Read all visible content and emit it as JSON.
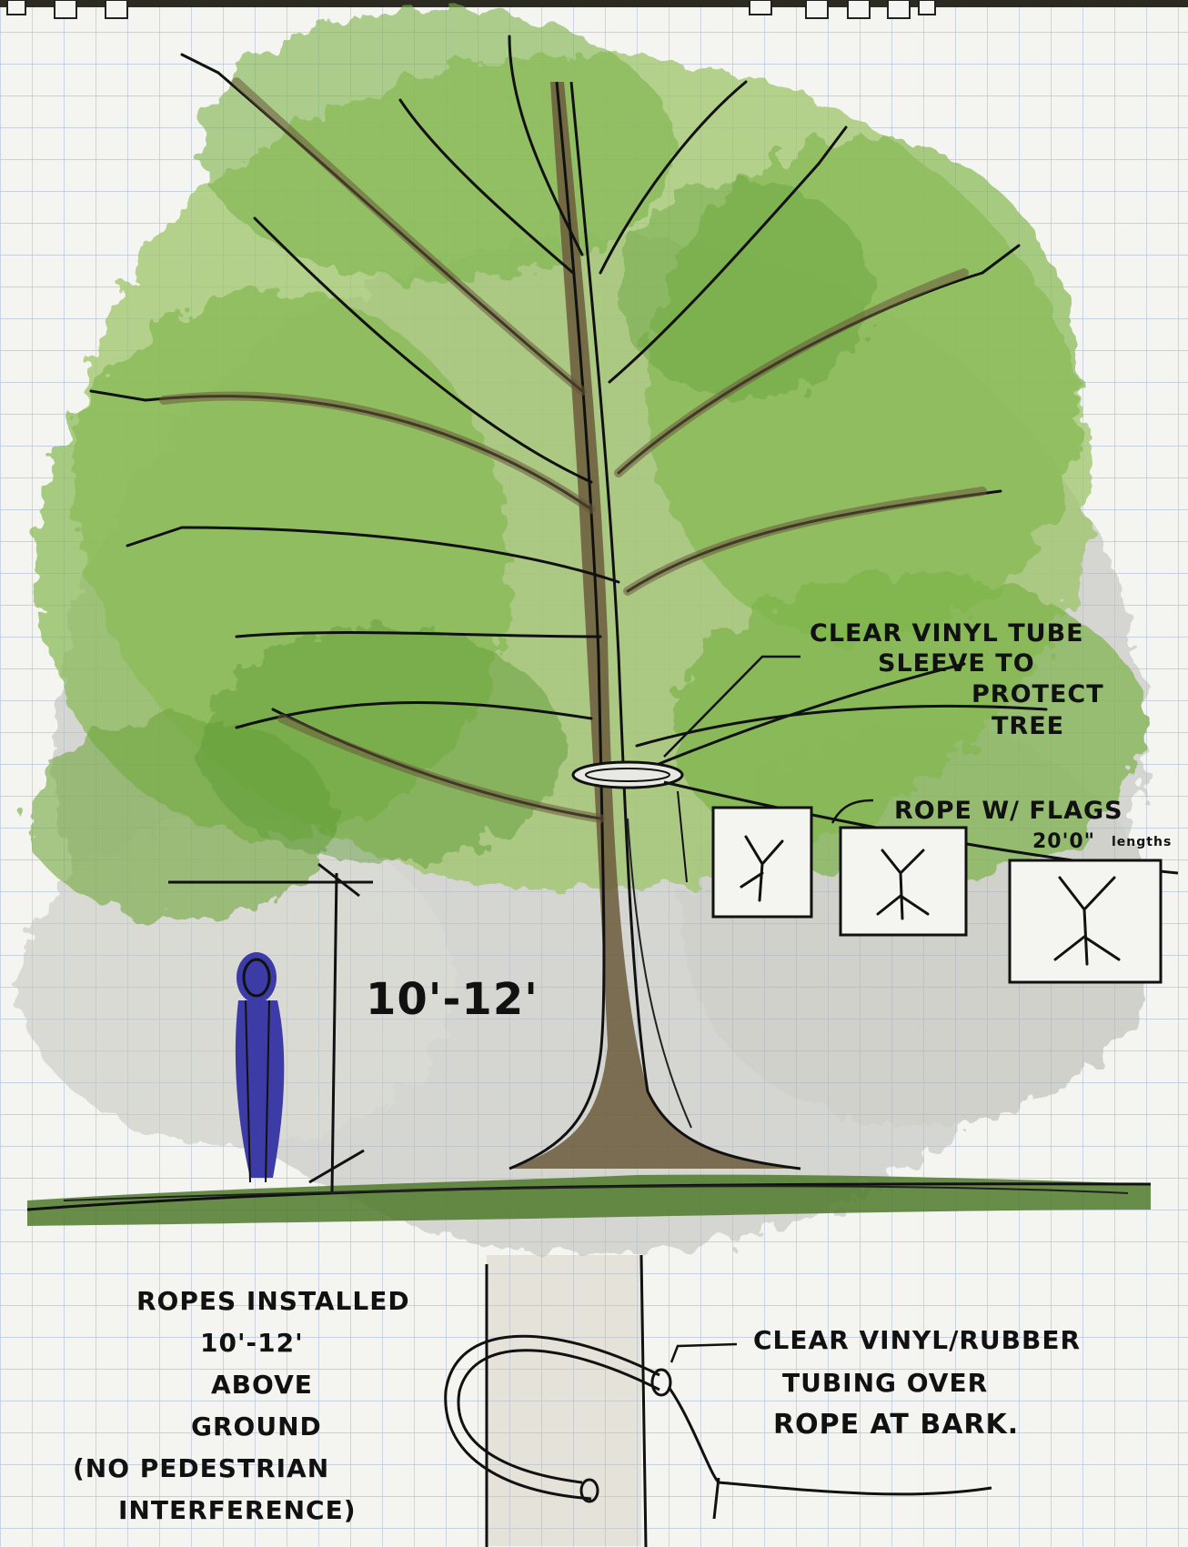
{
  "colors": {
    "paper": "#f4f4f0",
    "grid": "#b8c6dc",
    "foliage_light": "#9cc66a",
    "foliage_dark": "#5e9a34",
    "trunk": "#6b5a3c",
    "shadow": "#a9a9a6",
    "ink": "#111111",
    "figure": "#3d3ba6",
    "ground": "#4f7a2c"
  },
  "annotations": {
    "tube_sleeve": [
      "CLEAR VINYL TUBE",
      "SLEEVE TO",
      "PROTECT",
      "TREE"
    ],
    "rope_flags": "ROPE W/ FLAGS",
    "rope_length": "20'0\"",
    "rope_length_unit": "lengths",
    "height": "10'-12'",
    "ropes_installed": [
      "ROPES INSTALLED",
      "10'-12'",
      "ABOVE",
      "GROUND",
      "(NO PEDESTRIAN",
      "INTERFERENCE)"
    ],
    "tubing_detail": [
      "CLEAR VINYL/RUBBER",
      "TUBING OVER",
      "ROPE AT BARK."
    ]
  }
}
